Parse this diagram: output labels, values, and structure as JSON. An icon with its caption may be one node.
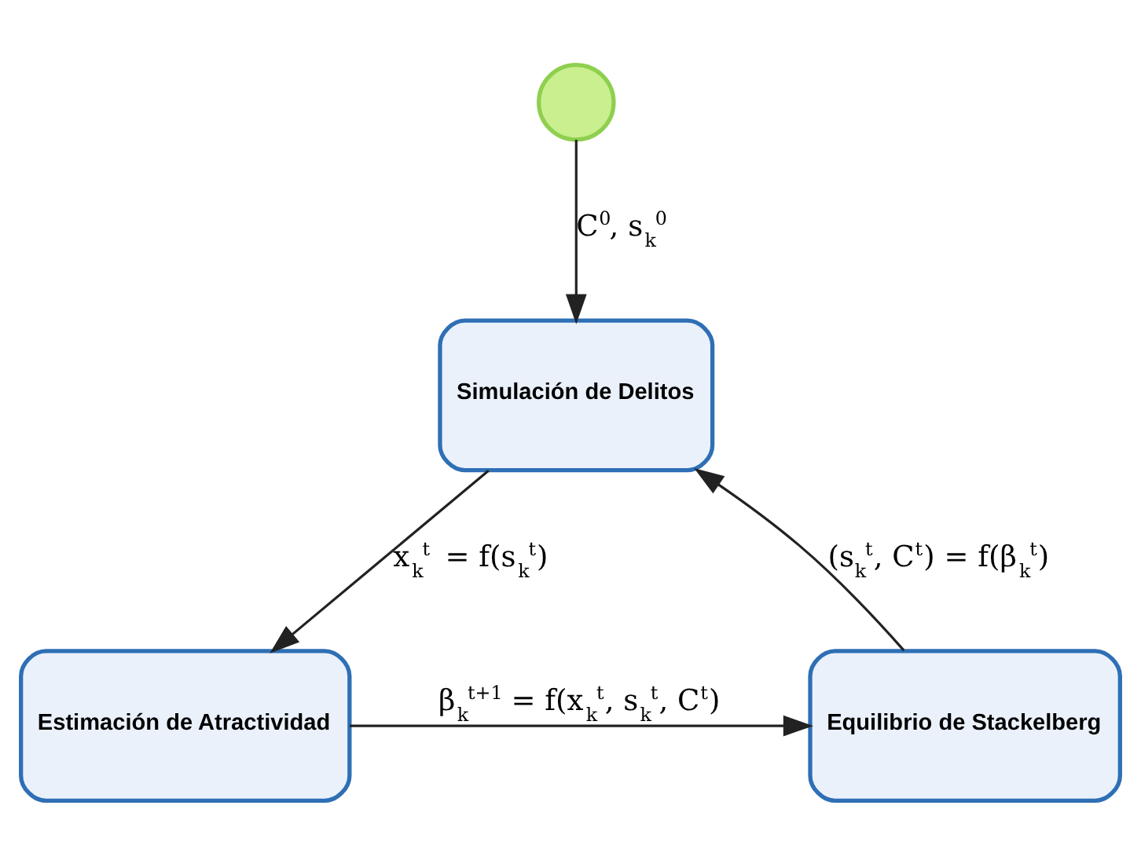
{
  "diagram": {
    "nodes": [
      {
        "text": [],
        "shape": "circle"
      },
      {
        "text": [
          "Simulación de Delitos"
        ]
      },
      {
        "text": [
          "Estimación de Atractividad"
        ]
      },
      {
        "text": [
          "Equilibrio de Stackelberg"
        ]
      }
    ],
    "edges": [
      {
        "from": 0,
        "to": 1,
        "arrow": "to",
        "label": "C$^{0}$, s$_{k}$$^{0}$"
      },
      {
        "from": 1,
        "to": 2,
        "arrow": "to",
        "label": "x$_{k}$$^{t}$ = f(s$_{k}$$^{t}$)"
      },
      {
        "from": 2,
        "to": 3,
        "arrow": "to",
        "label": "β$_{k}$$^{t+1}$ = f(x$_{k}$$^{t}$, s$_{k}$$^{t}$, C$^{t}$)"
      },
      {
        "from": 3,
        "to": 1,
        "arrow": "to",
        "label": "(s$_{k}$$^{t}$, C$^{t}$) = f(β$_{k}$$^{t}$)"
      }
    ]
  }
}
